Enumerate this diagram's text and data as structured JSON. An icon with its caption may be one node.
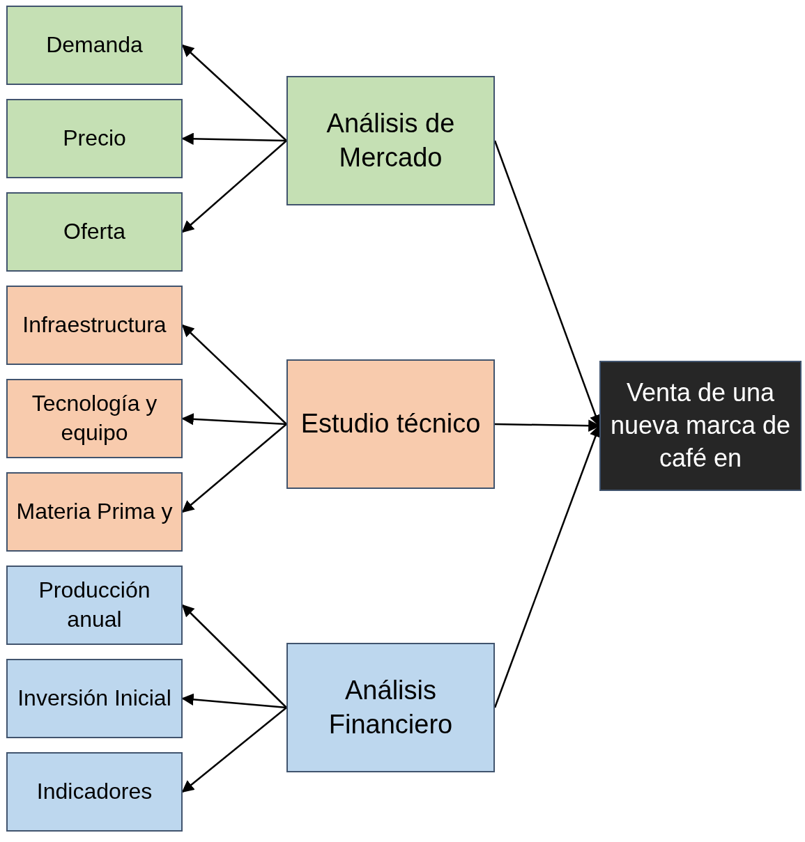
{
  "diagram": {
    "nodes": [
      {
        "text": [
          "Demanda"
        ]
      },
      {
        "text": [
          "Precio"
        ]
      },
      {
        "text": [
          "Oferta"
        ]
      },
      {
        "text": [
          "Infraestructura"
        ]
      },
      {
        "text": [
          "Tecnología y equipo"
        ]
      },
      {
        "text": [
          "Materia Prima y"
        ]
      },
      {
        "text": [
          "Producción anual"
        ]
      },
      {
        "text": [
          "Inversión Inicial"
        ]
      },
      {
        "text": [
          "Indicadores"
        ]
      },
      {
        "text": [
          "Análisis de Mercado"
        ]
      },
      {
        "text": [
          "Estudio técnico"
        ]
      },
      {
        "text": [
          "Análisis Financiero"
        ]
      },
      {
        "text": [
          "Venta de una nueva marca de café en"
        ]
      }
    ],
    "edges": [
      {
        "from": 9,
        "to": 0,
        "arrow": "to"
      },
      {
        "from": 9,
        "to": 1,
        "arrow": "to"
      },
      {
        "from": 9,
        "to": 2,
        "arrow": "to"
      },
      {
        "from": 10,
        "to": 3,
        "arrow": "to"
      },
      {
        "from": 10,
        "to": 4,
        "arrow": "to"
      },
      {
        "from": 10,
        "to": 5,
        "arrow": "to"
      },
      {
        "from": 11,
        "to": 6,
        "arrow": "to"
      },
      {
        "from": 11,
        "to": 7,
        "arrow": "to"
      },
      {
        "from": 11,
        "to": 8,
        "arrow": "to"
      },
      {
        "from": 9,
        "to": 12,
        "arrow": "to"
      },
      {
        "from": 10,
        "to": 12,
        "arrow": "to"
      },
      {
        "from": 11,
        "to": 12,
        "arrow": "to"
      }
    ]
  }
}
